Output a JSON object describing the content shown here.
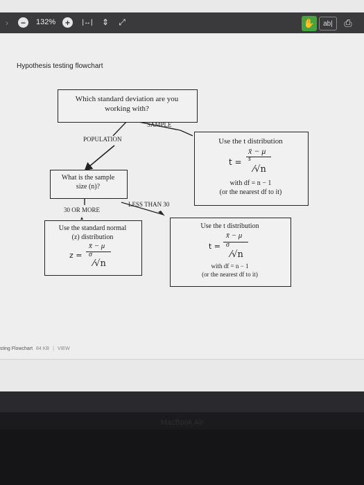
{
  "toolbar": {
    "zoom_level": "132%",
    "zoom_out_label": "−",
    "zoom_in_label": "+",
    "fit_width_glyph": "|↔|",
    "fit_page_glyph": "⇕",
    "fullscreen_glyph": "⤢",
    "hand_glyph": "✋",
    "text_tool_label": "ab|",
    "print_glyph": "⎙"
  },
  "document": {
    "title": "Hypothesis testing flowchart",
    "start_question_line1": "Which standard deviation are you",
    "start_question_line2": "working with?",
    "sample_label": "SAMPLE",
    "population_label": "POPULATION",
    "t_box_top": {
      "heading": "Use the t distribution",
      "formula_lhs": "t =",
      "numerator": "x̄ − μ",
      "denominator_s": "s",
      "sqrt_n": "⁄√n",
      "df_line": "with df = n − 1",
      "nearest_line": "(or the nearest df to it)"
    },
    "sample_size_line1": "What is the sample",
    "sample_size_line2": "size (n)?",
    "large_label": "30 OR MORE",
    "small_label": "LESS THAN 30",
    "z_box": {
      "heading_line1": "Use the standard normal",
      "heading_line2": "(z) distribution",
      "formula_lhs": "z =",
      "numerator": "x̄ − μ",
      "denominator_sigma": "σ",
      "sqrt_n": "⁄√n"
    },
    "t_box_bottom": {
      "heading": "Use the t distribution",
      "formula_lhs": "t =",
      "numerator": "x̄ − μ",
      "denominator_sigma": "σ",
      "sqrt_n": "⁄√n",
      "df_line": "with df = n − 1",
      "nearest_line": "(or the nearest df to it)"
    }
  },
  "status": {
    "filename": "sting Flowchart",
    "size": "84 KB",
    "view": "VIEW"
  },
  "laptop": {
    "brand": "MacBook Air"
  },
  "colors": {
    "toolbar_bg": "#3a3a3c",
    "page_bg": "#eeeeee",
    "accent_green": "#48a23f"
  }
}
